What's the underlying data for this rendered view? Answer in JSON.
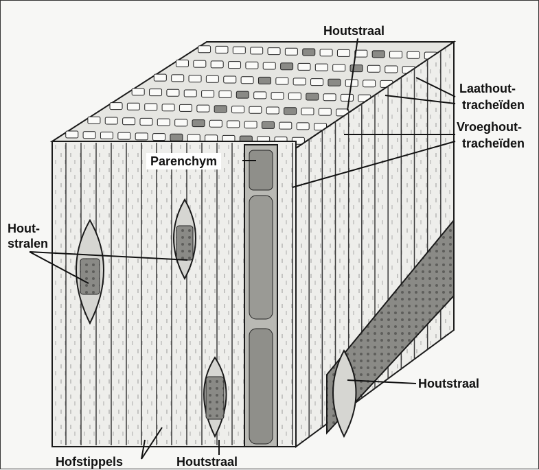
{
  "labels": {
    "houtstraal_top": "Houtstraal",
    "laathout_line1": "Laathout-",
    "laathout_line2": "tracheïden",
    "vroeghout_line1": "Vroeghout-",
    "vroeghout_line2": "tracheïden",
    "parenchym": "Parenchym",
    "houtstralen_line1": "Hout-",
    "houtstralen_line2": "stralen",
    "houtstraal_right": "Houtstraal",
    "hofstippels": "Hofstippels",
    "houtstraal_bottom": "Houtstraal"
  },
  "colors": {
    "line": "#1a1a1a",
    "cell_fill": "#e9e9e6",
    "ray_fill": "#7a7a78",
    "background": "#f7f7f5"
  }
}
